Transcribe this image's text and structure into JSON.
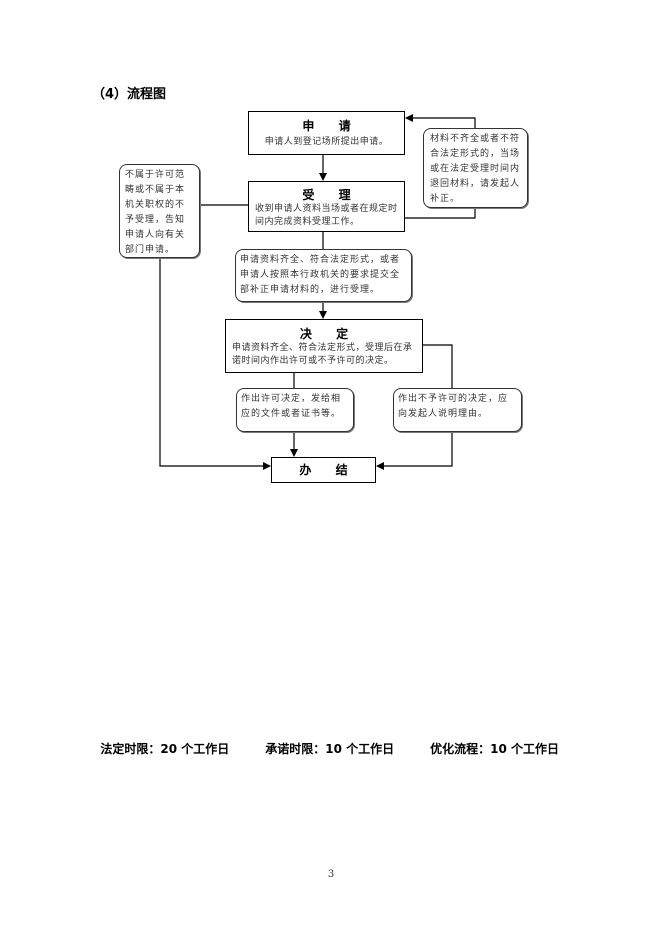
{
  "section": {
    "title": "（4）流程图"
  },
  "flowchart": {
    "apply": {
      "title": "申 请",
      "text": "申请人到登记场所提出申请。"
    },
    "incomplete_note": {
      "text": "材料不齐全或者不符合法定形式的，当场或在法定受理时间内退回材料，请发起人补正。"
    },
    "not_in_scope_note": {
      "text": "不属于许可范畴或不属于本机关职权的不予受理，告知申请人向有关部门申请。"
    },
    "accept": {
      "title": "受 理",
      "text": "收到申请人资料当场或者在规定时间内完成资料受理工作。"
    },
    "accept_condition_note": {
      "text": "申请资料齐全、符合法定形式，或者申请人按照本行政机关的要求提交全部补正申请材料的，进行受理。"
    },
    "decide": {
      "title": "决 定",
      "text": "申请资料齐全、符合法定形式，受理后在承诺时间内作出许可或不予许可的决定。"
    },
    "approve_note": {
      "text": "作出许可决定，发给相应的文件或者证书等。"
    },
    "reject_note": {
      "text": "作出不予许可的决定，应向发起人说明理由。"
    },
    "finish": {
      "title": "办 结"
    }
  },
  "footer": {
    "legal_limit": "法定时限：20 个工作日",
    "promised_limit": "承诺时限：10 个工作日",
    "optimized_process": "优化流程：10 个工作日"
  },
  "page_number": "3"
}
